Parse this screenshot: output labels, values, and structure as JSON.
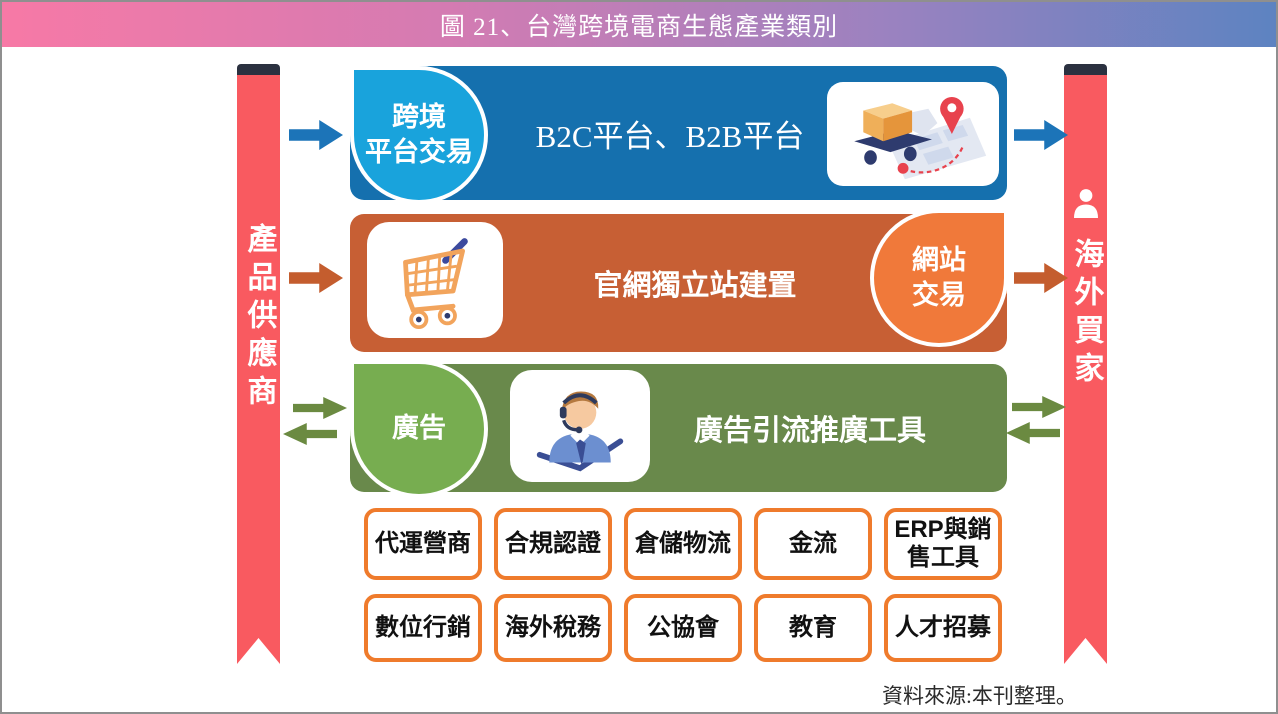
{
  "figure_title": "圖 21、台灣跨境電商生態產業類別",
  "source_note": "資料來源:本刊整理。",
  "left_ribbon": {
    "label": "產品供應商"
  },
  "right_ribbon": {
    "label": "海外買家",
    "icon": "person-silhouette-icon"
  },
  "flow_rows": [
    {
      "badge_line1": "跨境",
      "badge_line2": "平台交易",
      "label": "B2C平台、B2B平台",
      "icon": "delivery-truck-map-icon",
      "bar_color": "#1570AE",
      "badge_color": "#19A3DC"
    },
    {
      "badge_line1": "網站",
      "badge_line2": "交易",
      "label": "官網獨立站建置",
      "icon": "shopping-cart-icon",
      "bar_color": "#C75F34",
      "badge_color": "#F0793A"
    },
    {
      "badge_line1": "廣告",
      "badge_line2": "",
      "label": "廣告引流推廣工具",
      "icon": "support-agent-icon",
      "bar_color": "#69894B",
      "badge_color": "#77AD50"
    }
  ],
  "service_boxes": {
    "row1": [
      "代運營商",
      "合規認證",
      "倉儲物流",
      "金流",
      "ERP與銷售工具"
    ],
    "row2": [
      "數位行銷",
      "海外稅務",
      "公協會",
      "教育",
      "人才招募"
    ]
  },
  "colors": {
    "banner_gradient_start": "#F779A6",
    "banner_gradient_end": "#5D83C1",
    "ribbon": "#F95A60",
    "ribbon_cap": "#2B3140",
    "arrow_blue": "#1C74B8",
    "arrow_orange": "#C45D2E",
    "arrow_green": "#6B8A41",
    "box_border": "#EF7B2C"
  }
}
